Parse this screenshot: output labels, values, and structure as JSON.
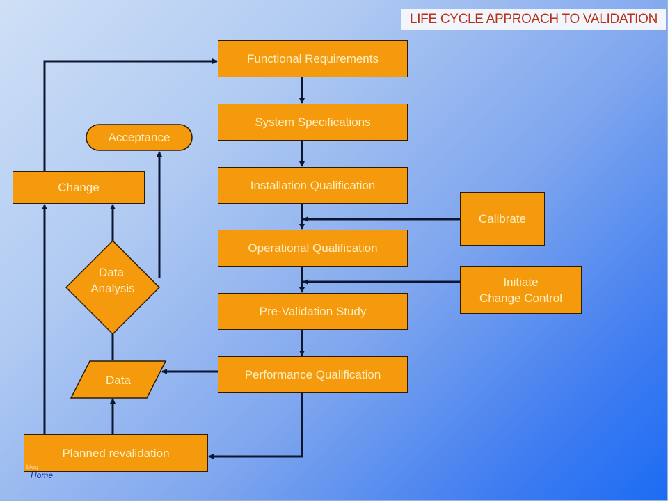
{
  "title": "LIFE CYCLE APPROACH TO VALIDATION",
  "colors": {
    "box_fill": "#f59a0c",
    "box_text": "#fcefc4",
    "title_text": "#b3321b",
    "connector": "#0c1630"
  },
  "main_flow": [
    {
      "label": "Functional Requirements"
    },
    {
      "label": "System Specifications"
    },
    {
      "label": "Installation Qualification"
    },
    {
      "label": "Operational Qualification"
    },
    {
      "label": "Pre-Validation Study"
    },
    {
      "label": "Performance Qualification"
    }
  ],
  "side_inputs": {
    "calibrate": "Calibrate",
    "change_control_line1": "Initiate",
    "change_control_line2": "Change Control"
  },
  "loop": {
    "planned_revalidation": "Planned revalidation",
    "data": "Data",
    "data_analysis_line1": "Data",
    "data_analysis_line2": "Analysis",
    "acceptance": "Acceptance",
    "change": "Change"
  },
  "footer": {
    "home_link": "Home",
    "tiny_text": "blog"
  }
}
